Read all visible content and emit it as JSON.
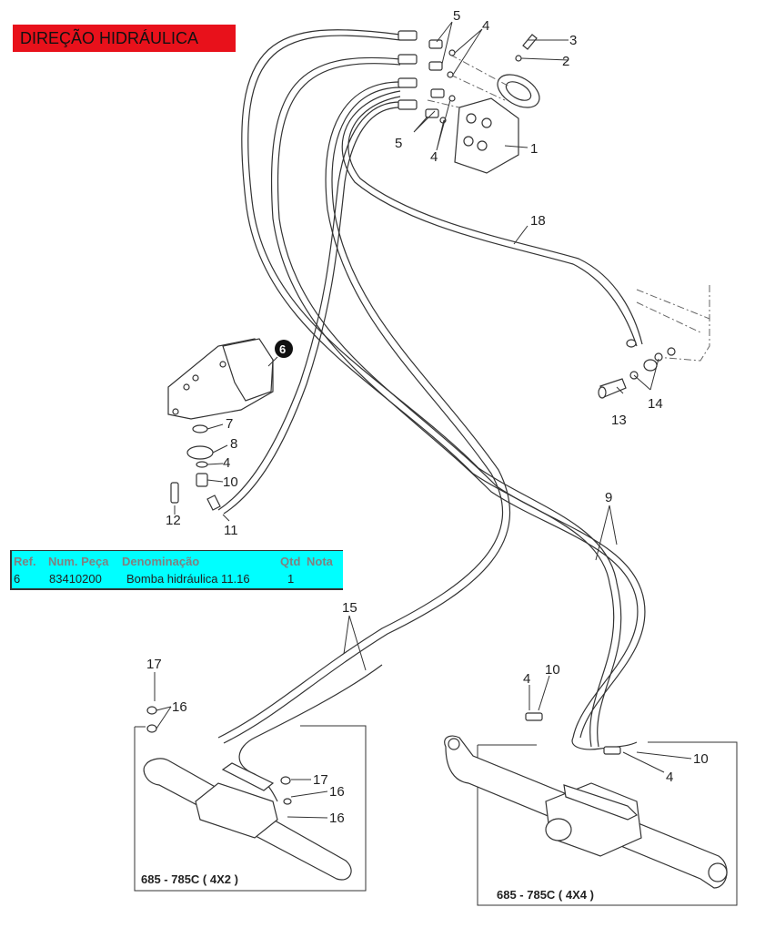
{
  "title": "DIREÇÃO HIDRÁULICA",
  "callouts": {
    "c1": "1",
    "c2": "2",
    "c3": "3",
    "c4": "4",
    "c5": "5",
    "c6": "6",
    "c7": "7",
    "c8": "8",
    "c9": "9",
    "c10": "10",
    "c11": "11",
    "c12": "12",
    "c13": "13",
    "c14": "14",
    "c15": "15",
    "c16": "16",
    "c17": "17",
    "c18": "18"
  },
  "models": {
    "axle_4x2": "685 - 785C  ( 4X2 )",
    "axle_4x4": "685 - 785C ( 4X4 )"
  },
  "parts_table": {
    "headers": [
      "Ref.",
      "Num. Peça",
      "Denominação",
      "Qtd",
      "Nota"
    ],
    "rows": [
      [
        "6",
        "83410200",
        "Bomba hidráulica 11.16",
        "1",
        ""
      ]
    ]
  },
  "colors": {
    "title_banner": "#e8111b",
    "table_background": "#00ffff",
    "table_header_text": "#808080"
  }
}
